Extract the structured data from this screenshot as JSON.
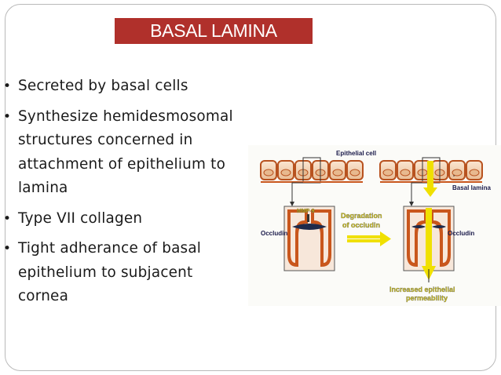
{
  "slide": {
    "title": "BASAL LAMINA",
    "bullets": [
      "Secreted by basal cells",
      "Synthesize hemidesmosomal structures concerned in attachment of epithelium to lamina",
      "Type VII collagen",
      "Tight adherance of basal epithelium to subjacent cornea"
    ],
    "bullet_symbol": "•"
  },
  "figure": {
    "epithelial_cell_label": "Epithelial cell",
    "basal_lamina_label": "Basal lamina",
    "mmp_label": "MMP-9",
    "occludin_left_label": "Occludin",
    "occludin_right_label": "Occludin",
    "degradation_line1": "Degradation",
    "degradation_line2": "of occludin",
    "permeability_line1": "Increased epithelial",
    "permeability_line2": "permeability"
  },
  "colors": {
    "title_bg": "#b0302b",
    "cell_fill": "#f2d6bb",
    "cell_border": "#b8521f",
    "nucleus": "#e8b98e",
    "junction": "#c9561c",
    "arrow_yellow": "#f0e000",
    "label_yellow": "#d8c800",
    "label_dark": "#1a1a4a"
  }
}
